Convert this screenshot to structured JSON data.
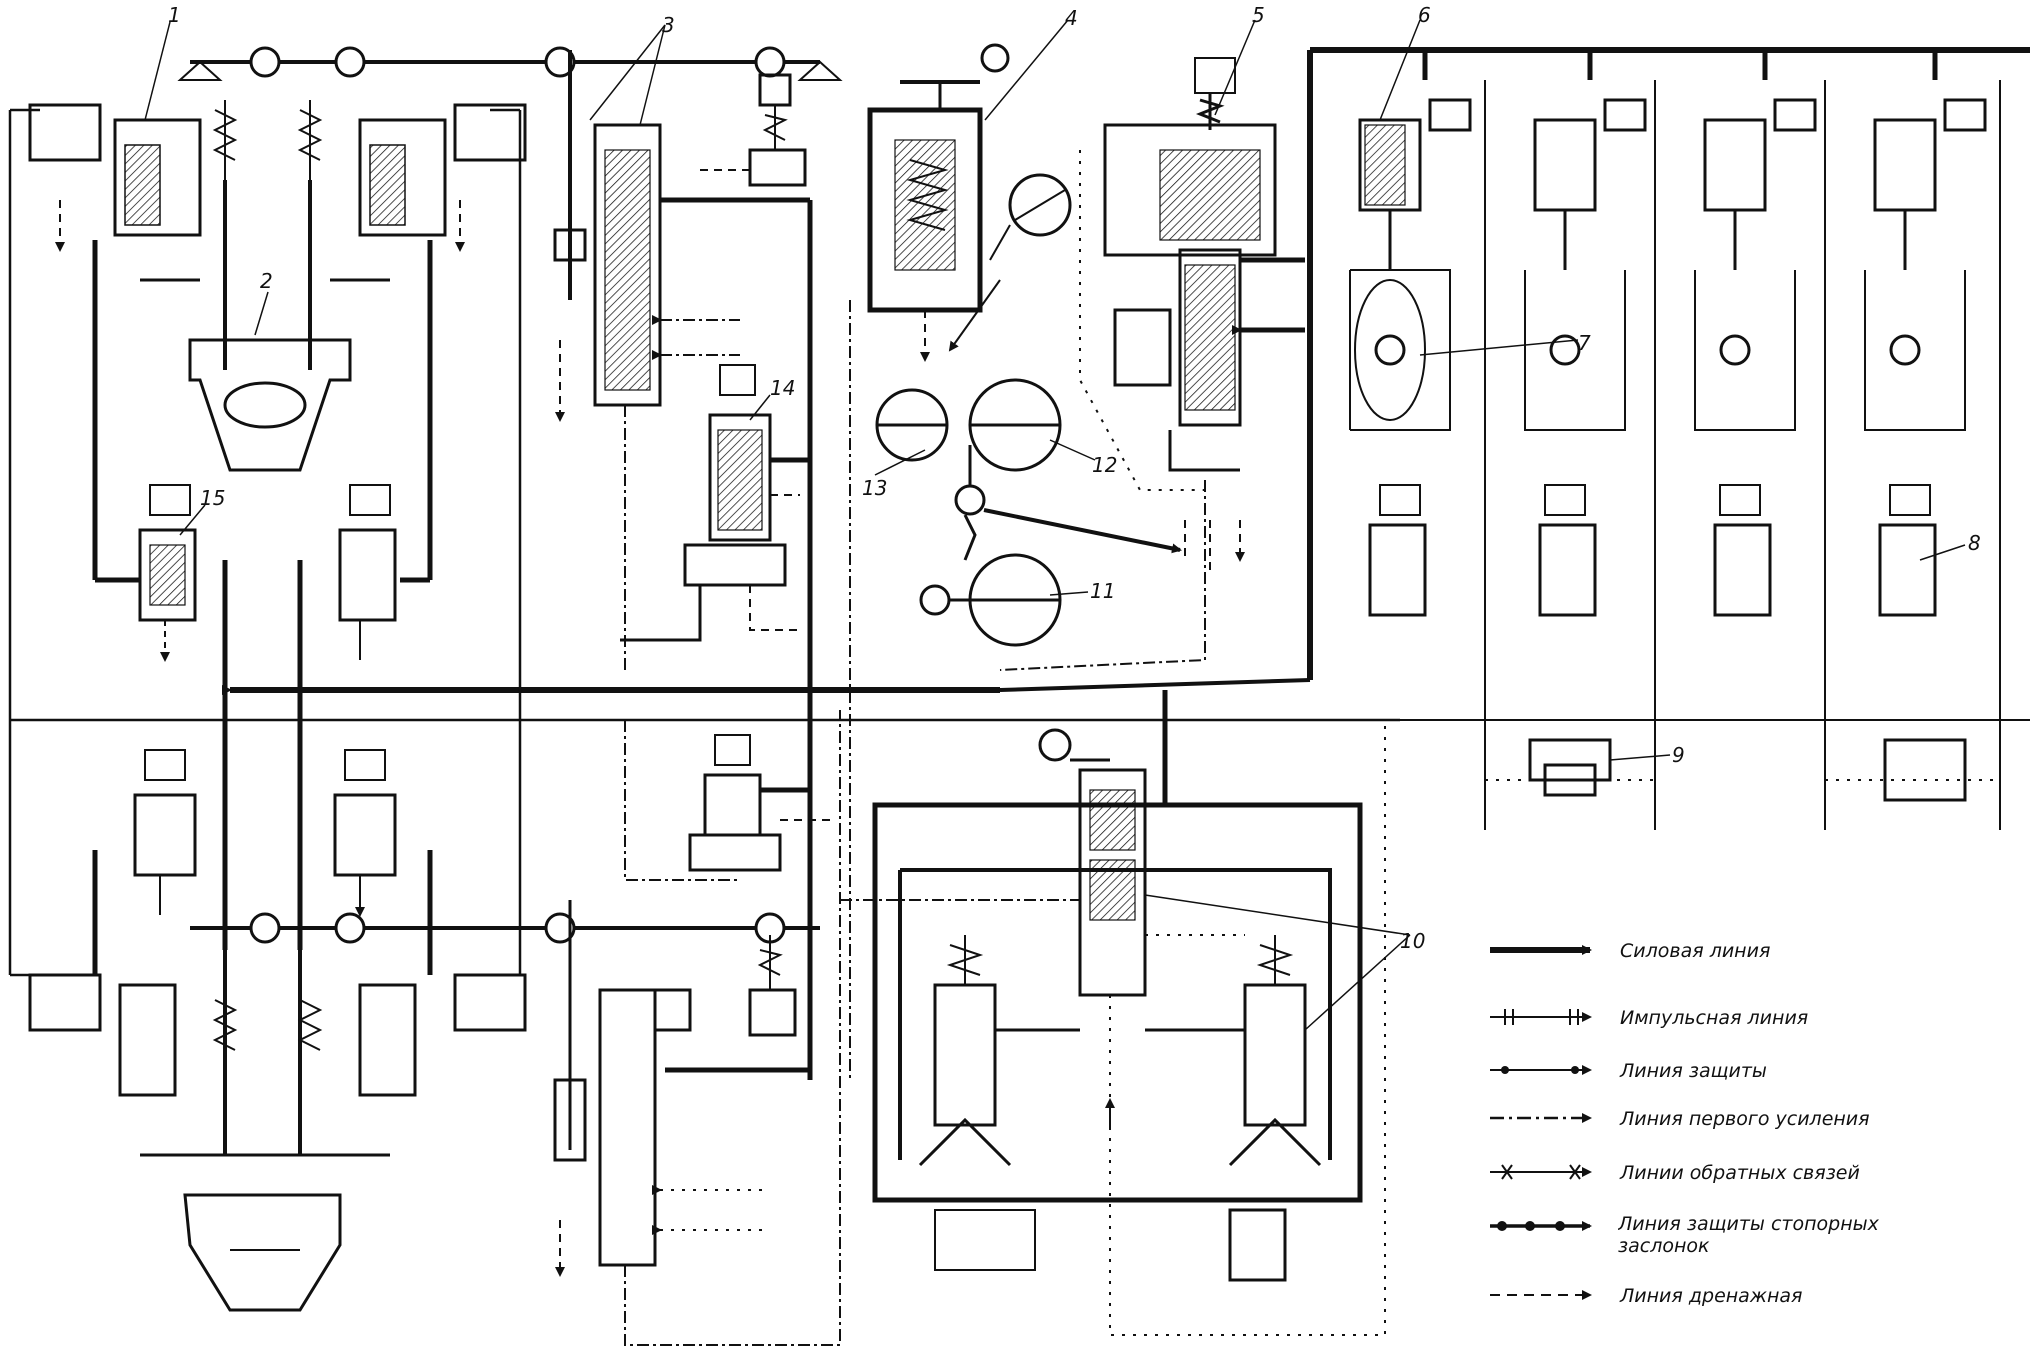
{
  "labels": {
    "n1": "1",
    "n2": "2",
    "n3": "3",
    "n4": "4",
    "n5": "5",
    "n6": "6",
    "n7": "7",
    "n8": "8",
    "n9": "9",
    "n10": "10",
    "n11": "11",
    "n12": "12",
    "n13": "13",
    "n14": "14",
    "n15": "15"
  },
  "legend": [
    {
      "text": "Силовая линия"
    },
    {
      "text": "Импульсная линия"
    },
    {
      "text": "Линия защиты"
    },
    {
      "text": "Линия первого усиления"
    },
    {
      "text": "Линии обратных связей"
    },
    {
      "text": "Линия защиты стопорных заслонок"
    },
    {
      "text": "Линия дренажная"
    }
  ],
  "colors": {
    "ink": "#111111",
    "paper": "#ffffff"
  }
}
